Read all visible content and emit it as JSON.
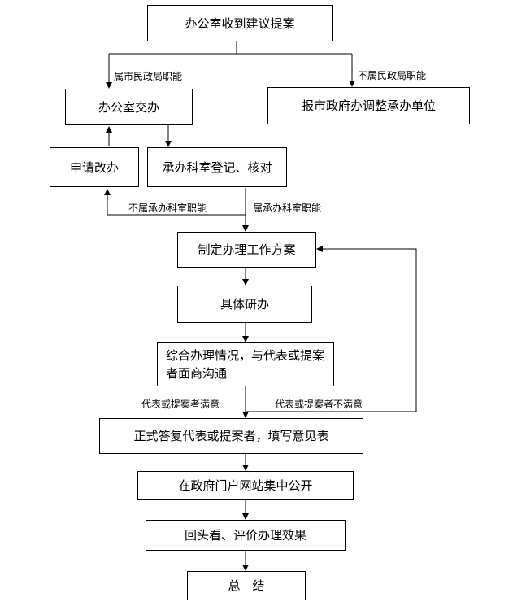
{
  "nodes": {
    "receive": "办公室收到建议提案",
    "assign": "办公室交办",
    "report_gov": "报市政府办调整承办单位",
    "apply_change": "申请改办",
    "register": "承办科室登记、核对",
    "plan": "制定办理工作方案",
    "handle": "具体研办",
    "communicate": "综合办理情况，与代表或提案者面商沟通",
    "reply": "正式答复代表或提案者，填写意见表",
    "publish": "在政府门户网站集中公开",
    "review": "回头看、评价办理效果",
    "summary": "总　结"
  },
  "edge_labels": {
    "is_civil_affairs": "属市民政局职能",
    "not_civil_affairs": "不属民政局职能",
    "not_dept_duty": "不属承办科室职能",
    "is_dept_duty": "属承办科室职能",
    "satisfied": "代表或提案者满意",
    "unsatisfied": "代表或提案者不满意"
  }
}
